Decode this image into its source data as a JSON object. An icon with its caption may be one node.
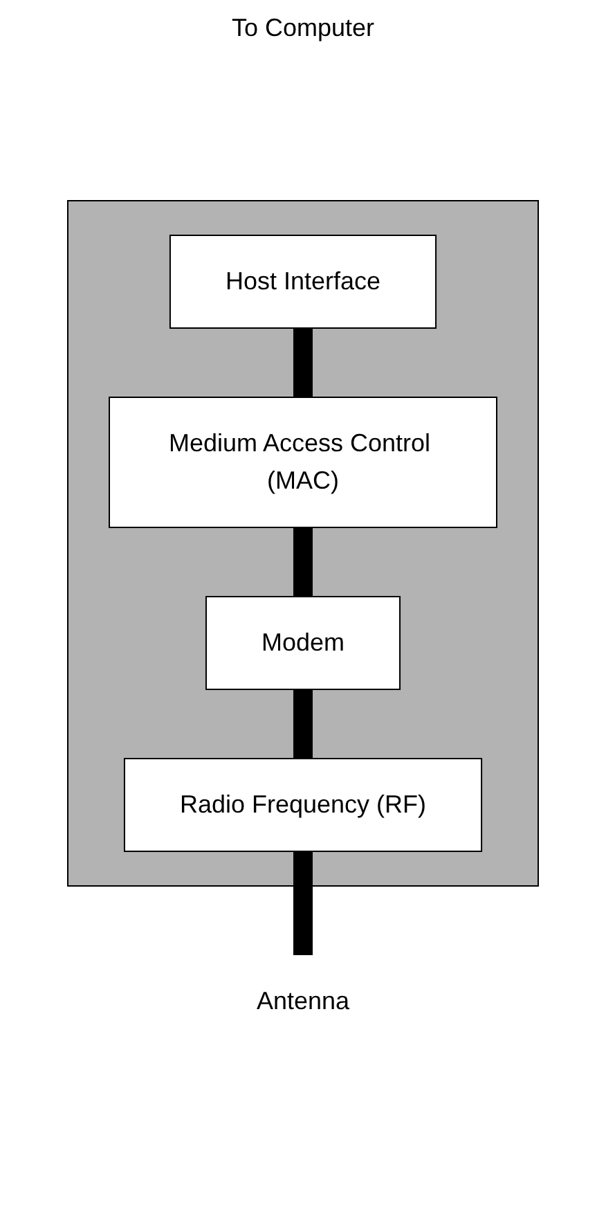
{
  "diagram": {
    "nodes": [
      {
        "text": [],
        "shape": "box"
      },
      {
        "text": [
          "Host Interface"
        ],
        "in": 0
      },
      {
        "text": [
          "Medium Access Control (MAC)"
        ],
        "in": 0
      },
      {
        "text": [
          "Modem"
        ],
        "in": 0
      },
      {
        "text": [
          "Radio Frequency (RF)"
        ],
        "in": 0
      },
      {
        "text": [
          "Antenna"
        ]
      }
    ],
    "edges": [
      {
        "from": 1,
        "to": 2,
        "arrow": "none"
      },
      {
        "from": 2,
        "to": 3,
        "arrow": "none"
      },
      {
        "from": 3,
        "to": 4,
        "arrow": "none"
      },
      {
        "from": 4,
        "to": 5,
        "arrow": "none"
      }
    ],
    "labels": [
      "To Computer"
    ]
  }
}
